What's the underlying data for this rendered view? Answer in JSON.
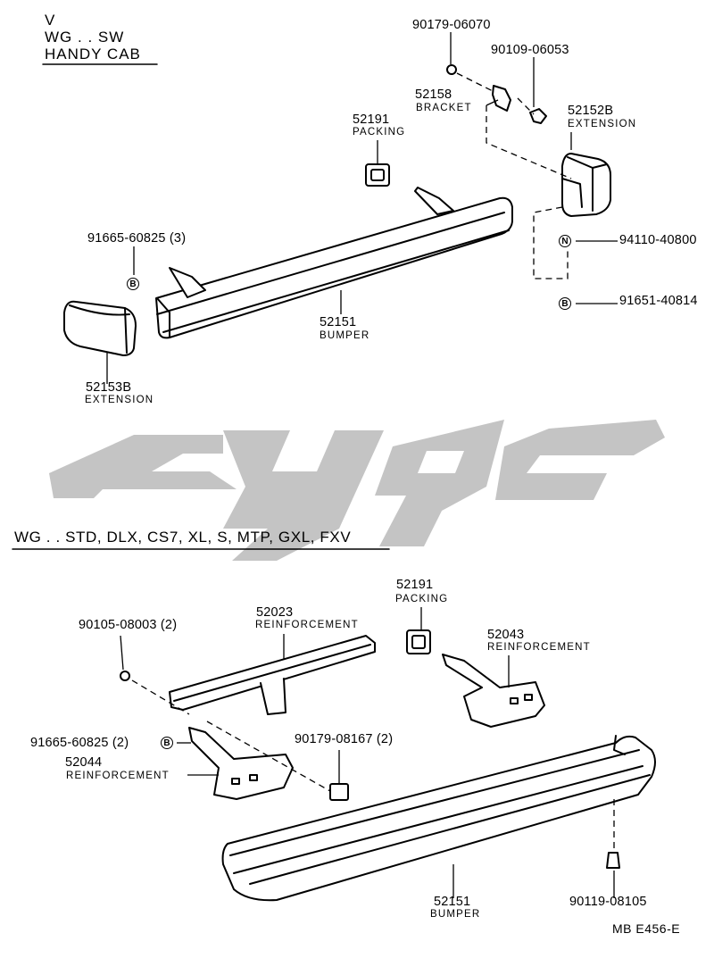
{
  "header_top": {
    "line1": "V",
    "line2": "WG . . SW",
    "line3": "HANDY CAB"
  },
  "header_bottom": "WG . . STD, DLX, CS7, XL, S, MTP, GXL, FXV",
  "top_parts": {
    "p1": "90179-06070",
    "p2": "90109-06053",
    "p3_no": "52158",
    "p3_name": "BRACKET",
    "p4_no": "52191",
    "p4_name": "PACKING",
    "p5_no": "52152B",
    "p5_name": "EXTENSION",
    "p6": "91665-60825 (3)",
    "p7": "94110-40800",
    "p8": "91651-40814",
    "p9_no": "52151",
    "p9_name": "BUMPER",
    "p10_no": "52153B",
    "p10_name": "EXTENSION"
  },
  "bottom_parts": {
    "b1_no": "52191",
    "b1_name": "PACKING",
    "b2_no": "52023",
    "b2_name": "REINFORCEMENT",
    "b3": "90105-08003 (2)",
    "b4_no": "52043",
    "b4_name": "REINFORCEMENT",
    "b5": "91665-60825 (2)",
    "b6_no": "52044",
    "b6_name": "REINFORCEMENT",
    "b7": "90179-08167 (2)",
    "b8_no": "52151",
    "b8_name": "BUMPER",
    "b9": "90119-08105"
  },
  "symbols": {
    "b": "B",
    "n": "N"
  },
  "footer_code": "MB E456-E",
  "colors": {
    "ink": "#000000",
    "watermark": "#c4c4c4"
  }
}
